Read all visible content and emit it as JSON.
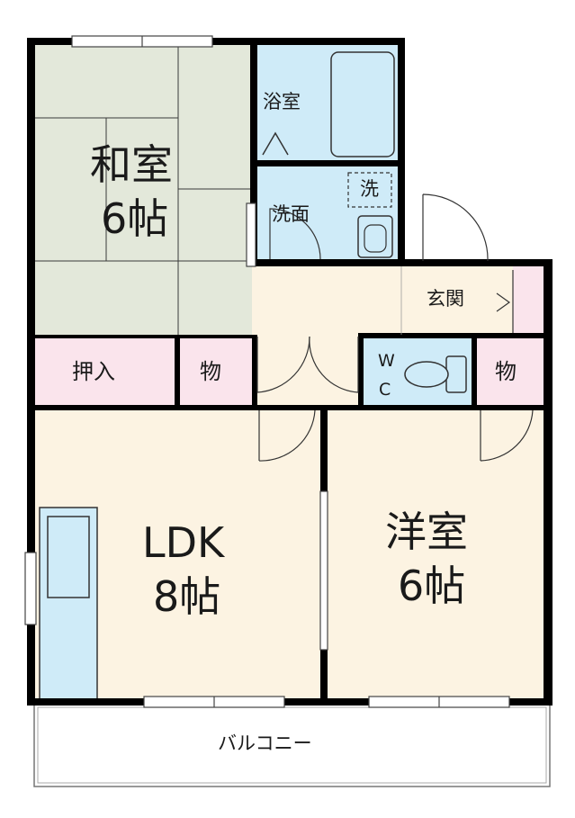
{
  "rooms": {
    "washitsu": {
      "name": "和室",
      "size": "6帖"
    },
    "yoshitsu": {
      "name": "洋室",
      "size": "6帖"
    },
    "ldk": {
      "name": "LDK",
      "size": "8帖"
    },
    "bath": "浴室",
    "washroom": "洗面",
    "washer": "洗",
    "entrance": "玄関",
    "wc": {
      "line1": "W",
      "line2": "C"
    },
    "oshiire": "押入",
    "storage_left": "物",
    "storage_right": "物",
    "balcony": "バルコニー"
  },
  "colors": {
    "tatami": "#e3e8da",
    "floor": "#fcf3e2",
    "wet": "#cfebf8",
    "closet": "#fae4ec",
    "wall": "#000000"
  }
}
